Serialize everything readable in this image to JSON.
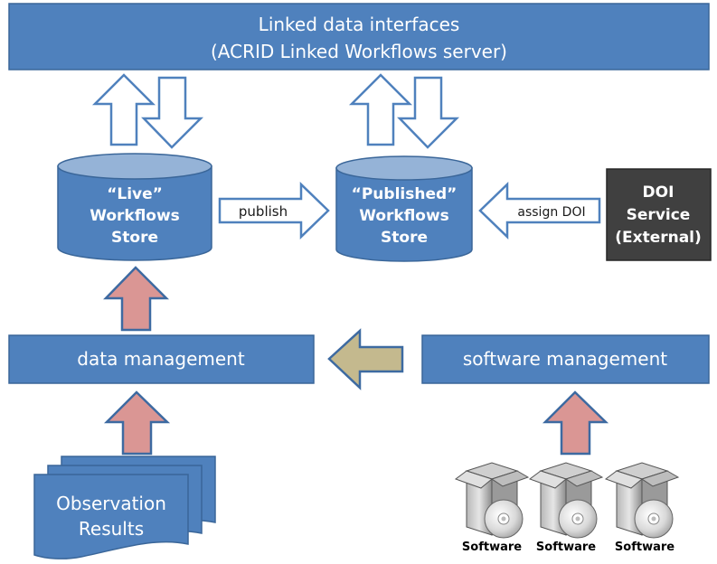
{
  "top_box": {
    "line1": "Linked data interfaces",
    "line2": "(ACRID Linked Workflows server)"
  },
  "live_store": {
    "line1": "“Live”",
    "line2": "Workflows",
    "line3": "Store"
  },
  "published_store": {
    "line1": "“Published”",
    "line2": "Workflows",
    "line3": "Store"
  },
  "publish_arrow": {
    "label": "publish"
  },
  "assign_arrow": {
    "label": "assign DOI"
  },
  "doi_service": {
    "line1": "DOI",
    "line2": "Service",
    "line3": "(External)"
  },
  "data_management": {
    "label": "data management"
  },
  "software_management": {
    "label": "software management"
  },
  "observation_results": {
    "line1": "Observation",
    "line2": "Results"
  },
  "software_packages": [
    {
      "caption": "Software"
    },
    {
      "caption": "Software"
    },
    {
      "caption": "Software"
    }
  ],
  "colors": {
    "box_blue": "#4f81bd",
    "cylinder_top": "#95b3d7",
    "up_arrow_pink": "#da9694",
    "left_arrow_tan": "#c4b98e",
    "doi_dark": "#404040"
  },
  "icons": {
    "software_box": "software-box-icon",
    "disc": "cd-disc-icon"
  }
}
